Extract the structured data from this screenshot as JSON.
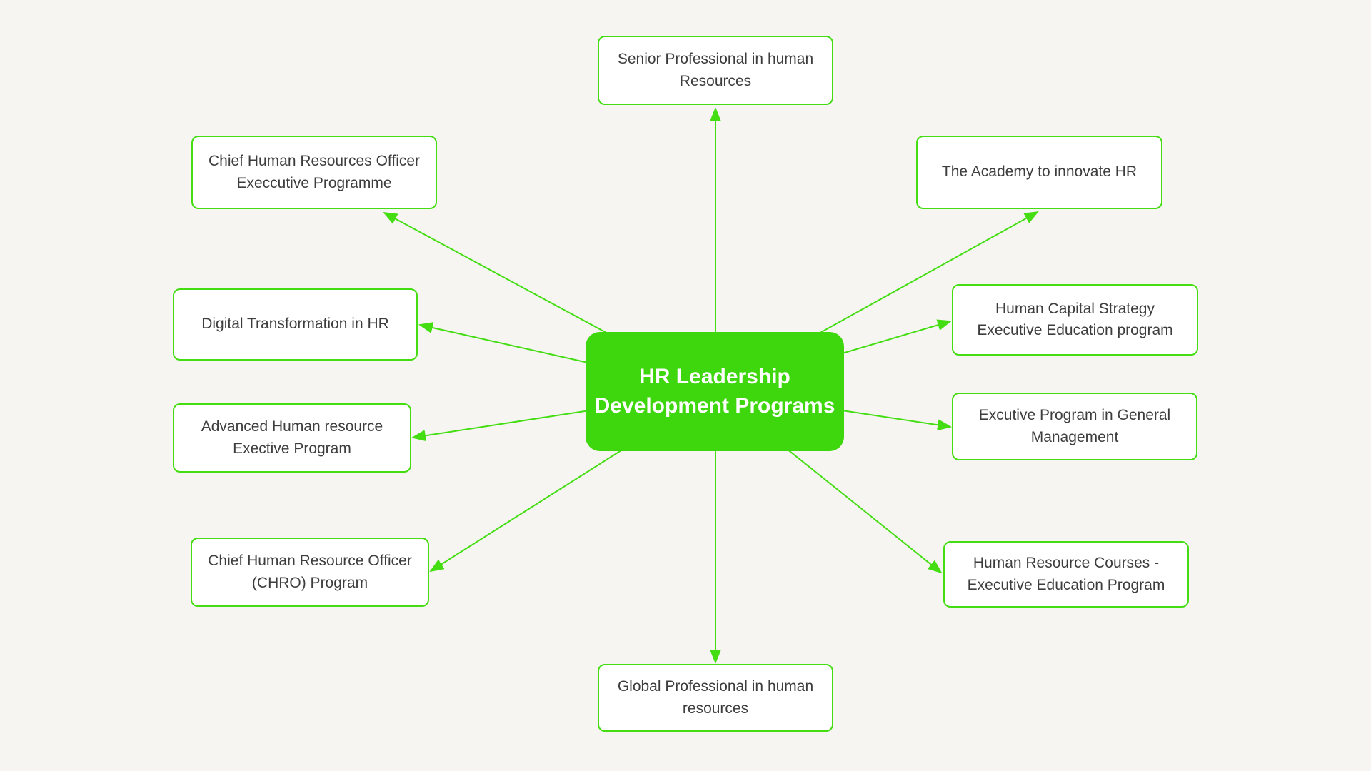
{
  "diagram": {
    "title": "HR Leadership Development Programs",
    "center": {
      "label": "HR Leadership Development Programs"
    },
    "nodes": [
      {
        "id": "senior-professional-hr",
        "label": "Senior Professional in human Resources",
        "position": "top"
      },
      {
        "id": "chief-hr-officer-execcutive-programme",
        "label": "Chief Human Resources Officer Execcutive Programme",
        "position": "top-left"
      },
      {
        "id": "academy-innovate-hr",
        "label": "The Academy to innovate HR",
        "position": "top-right"
      },
      {
        "id": "digital-transformation-hr",
        "label": "Digital Transformation in HR",
        "position": "mid-left"
      },
      {
        "id": "advanced-hr-exective-program",
        "label": "Advanced Human resource Exective Program",
        "position": "left-lower"
      },
      {
        "id": "chro-program",
        "label": "Chief Human Resource Officer (CHRO) Program",
        "position": "bottom-left"
      },
      {
        "id": "global-professional-hr",
        "label": "Global Professional in human resources",
        "position": "bottom"
      },
      {
        "id": "human-capital-strategy",
        "label": "Human Capital Strategy Executive Education program",
        "position": "right-top"
      },
      {
        "id": "excutive-program-general-management",
        "label": "Excutive Program in General Management",
        "position": "right-mid"
      },
      {
        "id": "hr-courses-executive-education",
        "label": "Human Resource Courses - Executive Education Program",
        "position": "bottom-right"
      }
    ],
    "edges": [
      {
        "from": "center",
        "to": "senior-professional-hr"
      },
      {
        "from": "center",
        "to": "chief-hr-officer-execcutive-programme"
      },
      {
        "from": "center",
        "to": "academy-innovate-hr"
      },
      {
        "from": "center",
        "to": "digital-transformation-hr"
      },
      {
        "from": "center",
        "to": "advanced-hr-exective-program"
      },
      {
        "from": "center",
        "to": "chro-program"
      },
      {
        "from": "center",
        "to": "global-professional-hr"
      },
      {
        "from": "center",
        "to": "human-capital-strategy"
      },
      {
        "from": "center",
        "to": "excutive-program-general-management"
      },
      {
        "from": "center",
        "to": "hr-courses-executive-education"
      }
    ],
    "colors": {
      "center_fill": "#3ed60c",
      "node_border": "#44dd12",
      "connector_line": "#44dd12",
      "node_text": "#3d3d3d",
      "center_text": "#ffffff",
      "background": "#f6f5f2"
    }
  }
}
